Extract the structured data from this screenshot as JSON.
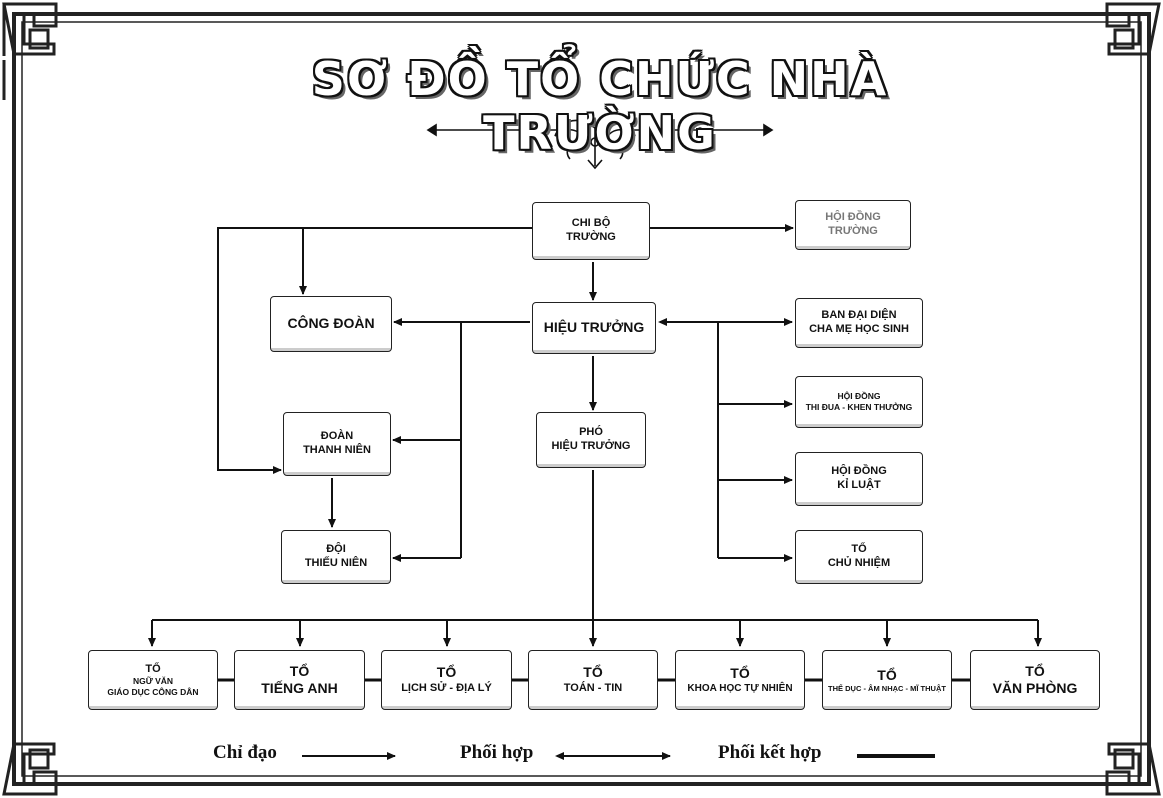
{
  "title": "SƠ ĐỒ TỔ CHỨC NHÀ TRƯỜNG",
  "nodes": {
    "chi_bo": {
      "line1": "CHI BỘ",
      "line2": "TRƯỜNG"
    },
    "hoi_dong_truong": {
      "line1": "HỘI ĐỒNG",
      "line2": "TRƯỜNG"
    },
    "cong_doan": {
      "line1": "CÔNG ĐOÀN"
    },
    "hieu_truong": {
      "line1": "HIỆU TRƯỞNG"
    },
    "ban_dai_dien": {
      "line1": "BAN ĐẠI DIỆN",
      "line2": "CHA MẸ HỌC SINH"
    },
    "hoi_dong_thi_dua": {
      "line1": "HỘI ĐỒNG",
      "line2": "THI ĐUA - KHEN THƯỞNG"
    },
    "doan_thanh_nien": {
      "line1": "ĐOÀN",
      "line2": "THANH NIÊN"
    },
    "pho_hieu_truong": {
      "line1": "PHÓ",
      "line2": "HIỆU TRƯỞNG"
    },
    "hoi_dong_ki_luat": {
      "line1": "HỘI ĐỒNG",
      "line2": "KỈ LUẬT"
    },
    "doi_thieu_nien": {
      "line1": "ĐỘI",
      "line2": "THIẾU NIÊN"
    },
    "to_chu_nhiem": {
      "line1": "TỔ",
      "line2": "CHỦ NHIỆM"
    }
  },
  "departments": [
    {
      "line1": "TỔ",
      "line2": "NGỮ VĂN",
      "line3": "GIÁO DỤC CÔNG DÂN"
    },
    {
      "line1": "TỔ",
      "line2": "TIẾNG ANH"
    },
    {
      "line1": "TỔ",
      "line2": "LỊCH SỬ - ĐỊA LÝ"
    },
    {
      "line1": "TỔ",
      "line2": "TOÁN - TIN"
    },
    {
      "line1": "TỔ",
      "line2": "KHOA HỌC TỰ NHIÊN"
    },
    {
      "line1": "TỔ",
      "line2": "THỂ DỤC - ÂM NHẠC - MĨ THUẬT"
    },
    {
      "line1": "TỔ",
      "line2": "VĂN PHÒNG"
    }
  ],
  "legend": {
    "chi_dao": "Chỉ đạo",
    "phoi_hop": "Phối hợp",
    "phoi_ket_hop": "Phối kết hợp"
  }
}
